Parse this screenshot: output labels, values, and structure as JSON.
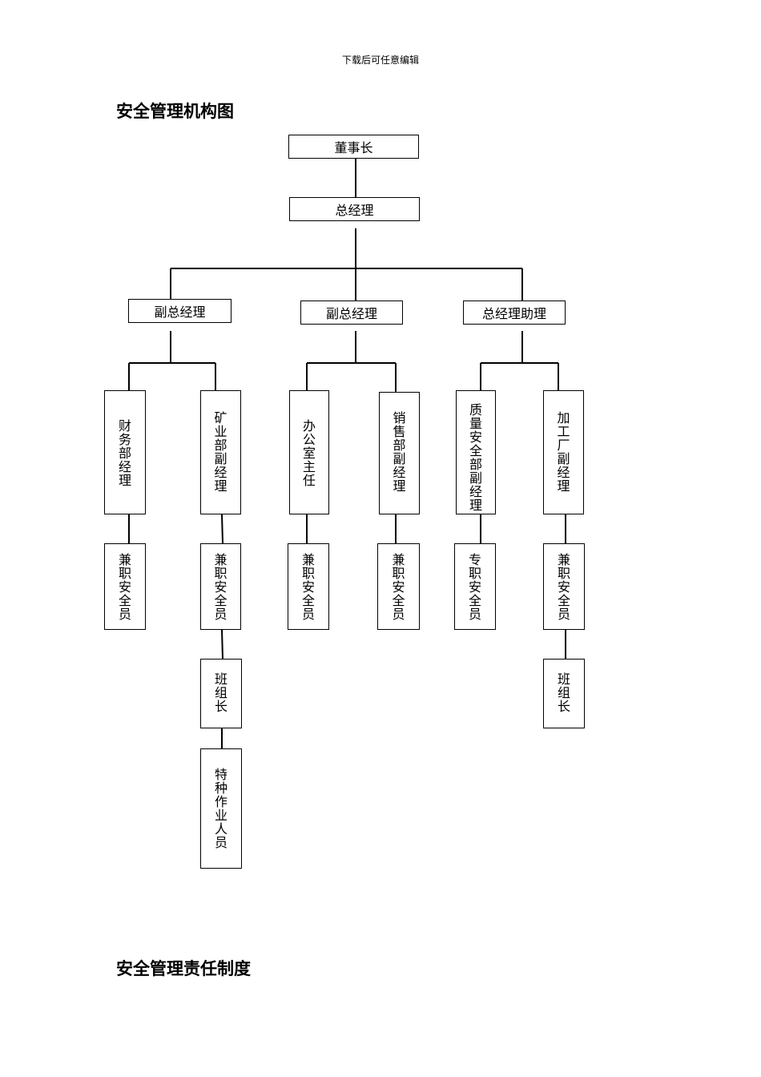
{
  "header_note": "下载后可任意编辑",
  "titles": {
    "org_chart": "安全管理机构图",
    "responsibility": "安全管理责任制度"
  },
  "org": {
    "chairman": "董事长",
    "gm": "总经理",
    "deputy_gm_left": "副总经理",
    "deputy_gm_mid": "副总经理",
    "gm_assistant": "总经理助理",
    "finance_dept_mgr": "财务部经理",
    "mining_dept_deputy": "矿业部副经理",
    "office_director": "办公室主任",
    "sales_dept_deputy": "销售部副经理",
    "quality_safety_deputy": "质量安全部副经理",
    "processing_plant_deputy": "加工厂副经理",
    "finance_safety_officer": "兼职安全员",
    "mining_safety_officer": "兼职安全员",
    "office_safety_officer": "兼职安全员",
    "sales_safety_officer": "兼职安全员",
    "quality_safety_officer": "专职安全员",
    "plant_safety_officer": "兼职安全员",
    "mining_team_leader": "班组长",
    "plant_team_leader": "班组长",
    "special_workers": "特种作业人员"
  }
}
